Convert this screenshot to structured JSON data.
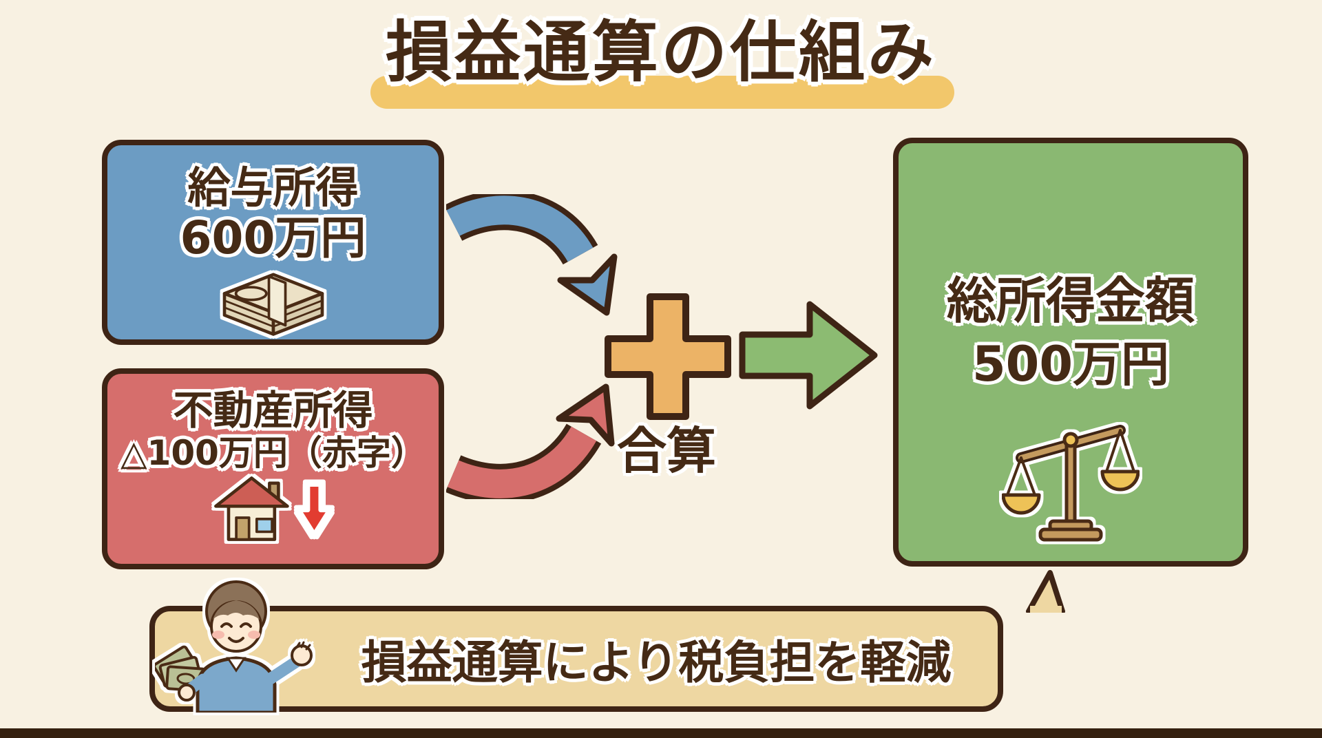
{
  "title": {
    "text": "損益通算の仕組み"
  },
  "salary_box": {
    "label": "給与所得",
    "amount": "600万円",
    "icon": "money-stack-icon",
    "color": "#6c9cc3"
  },
  "realestate_box": {
    "label": "不動産所得",
    "amount": "△100万円（赤字）",
    "icon": "house-down-arrow-icon",
    "color": "#d66e6c"
  },
  "operator": {
    "plus_label": "合算",
    "plus_color": "#ecb366"
  },
  "total_box": {
    "label": "総所得金額",
    "amount": "500万円",
    "icon": "balance-scale-icon",
    "color": "#8ab872"
  },
  "banner": {
    "text": "損益通算により税負担を軽減",
    "icon": "person-with-money-icon",
    "color": "#eed7a2"
  },
  "colors": {
    "background": "#f8f1e2",
    "outline_brown": "#3e2415",
    "text_brown": "#452a15",
    "title_highlight": "#f2c76b",
    "blue_arrow": "#6c9cc3",
    "red_arrow": "#d66e6c",
    "green_arrow": "#8cbb72",
    "bottom_strip": "#35200f"
  }
}
